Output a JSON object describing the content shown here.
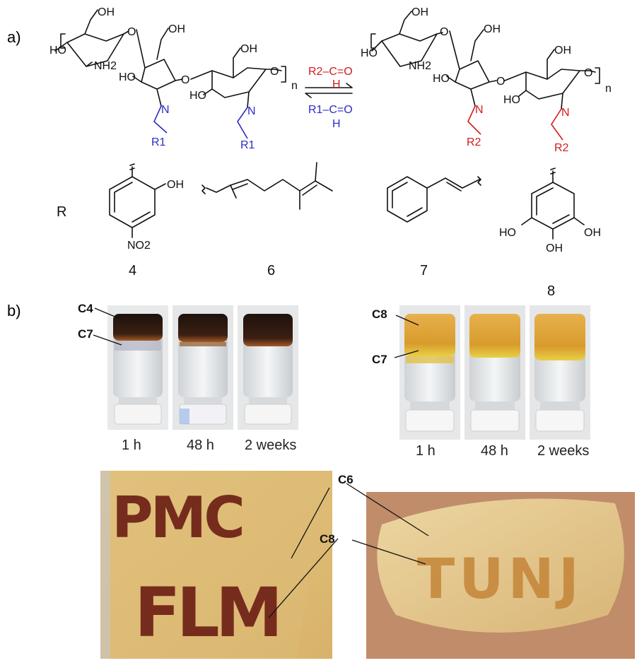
{
  "panels": {
    "a": "a)",
    "b": "b)"
  },
  "scheme": {
    "atoms": {
      "oh": "OH",
      "ho": "HO",
      "o": "O",
      "nh2": "NH2",
      "n": "N",
      "nsub": "n"
    },
    "r1": "R1",
    "r2": "R2",
    "reagent_top": "R2–C=O",
    "reagent_top_h": "H",
    "reagent_bottom": "R1–C=O",
    "reagent_bottom_h": "H"
  },
  "substituents": {
    "r_label": "R",
    "no2": "NO2",
    "numbers": [
      "4",
      "6",
      "7",
      "8"
    ]
  },
  "photos": {
    "left_vials": {
      "top_label": "C4",
      "bottom_label": "C7",
      "times": [
        "1 h",
        "48 h",
        "2 weeks"
      ]
    },
    "right_vials": {
      "top_label": "C8",
      "bottom_label": "C7",
      "times": [
        "1 h",
        "48 h",
        "2 weeks"
      ]
    },
    "films": {
      "label_c6": "C6",
      "label_c8": "C8",
      "film1_text": "PMC FLM",
      "film2_text": "TUNJ"
    }
  },
  "colors": {
    "blue": "#2c2cc8",
    "red": "#d01c1c"
  }
}
